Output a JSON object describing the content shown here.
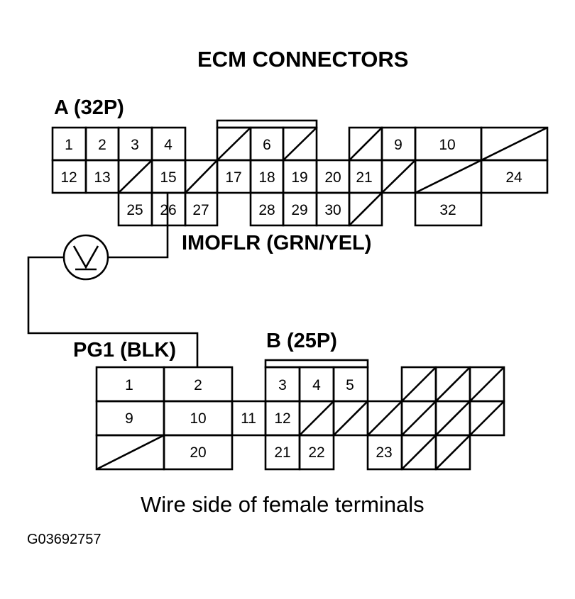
{
  "title": "ECM CONNECTORS",
  "connector_a": {
    "label": "A (32P)",
    "pins": [
      "1",
      "2",
      "3",
      "4",
      "6",
      "9",
      "10",
      "12",
      "13",
      "15",
      "17",
      "18",
      "19",
      "20",
      "21",
      "24",
      "25",
      "26",
      "27",
      "28",
      "29",
      "30",
      "32"
    ]
  },
  "connector_b": {
    "label": "B (25P)",
    "pins": [
      "1",
      "2",
      "3",
      "4",
      "5",
      "9",
      "10",
      "11",
      "12",
      "20",
      "21",
      "22",
      "23"
    ]
  },
  "wire_label": "IMOFLR (GRN/YEL)",
  "ground_label": "PG1 (BLK)",
  "caption": "Wire side of female terminals",
  "figure_code": "G03692757"
}
